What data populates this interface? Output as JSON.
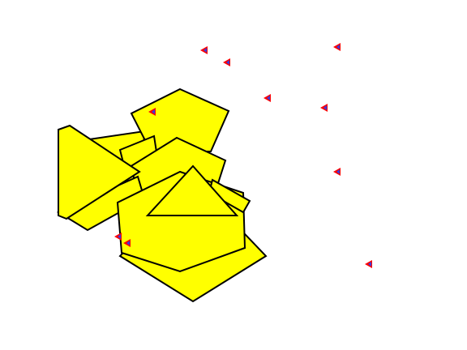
{
  "scene": {
    "background": "#ffffff",
    "shape_fill": "#ffff00",
    "shape_stroke": "#000000",
    "agent_outer_color": "#ff0000",
    "agent_inner_color": "#3b3bd9",
    "shapes": [
      {
        "kind": "diamond"
      },
      {
        "kind": "quad"
      },
      {
        "kind": "pentagon"
      },
      {
        "kind": "quad"
      },
      {
        "kind": "pentagon"
      },
      {
        "kind": "quad"
      },
      {
        "kind": "pentagon"
      },
      {
        "kind": "hexagon"
      },
      {
        "kind": "triangle"
      }
    ],
    "agents": [
      {
        "id": 1
      },
      {
        "id": 2
      },
      {
        "id": 3
      },
      {
        "id": 4
      },
      {
        "id": 5
      },
      {
        "id": 6
      },
      {
        "id": 7
      },
      {
        "id": 8
      },
      {
        "id": 9
      },
      {
        "id": 10
      },
      {
        "id": 11
      }
    ]
  }
}
